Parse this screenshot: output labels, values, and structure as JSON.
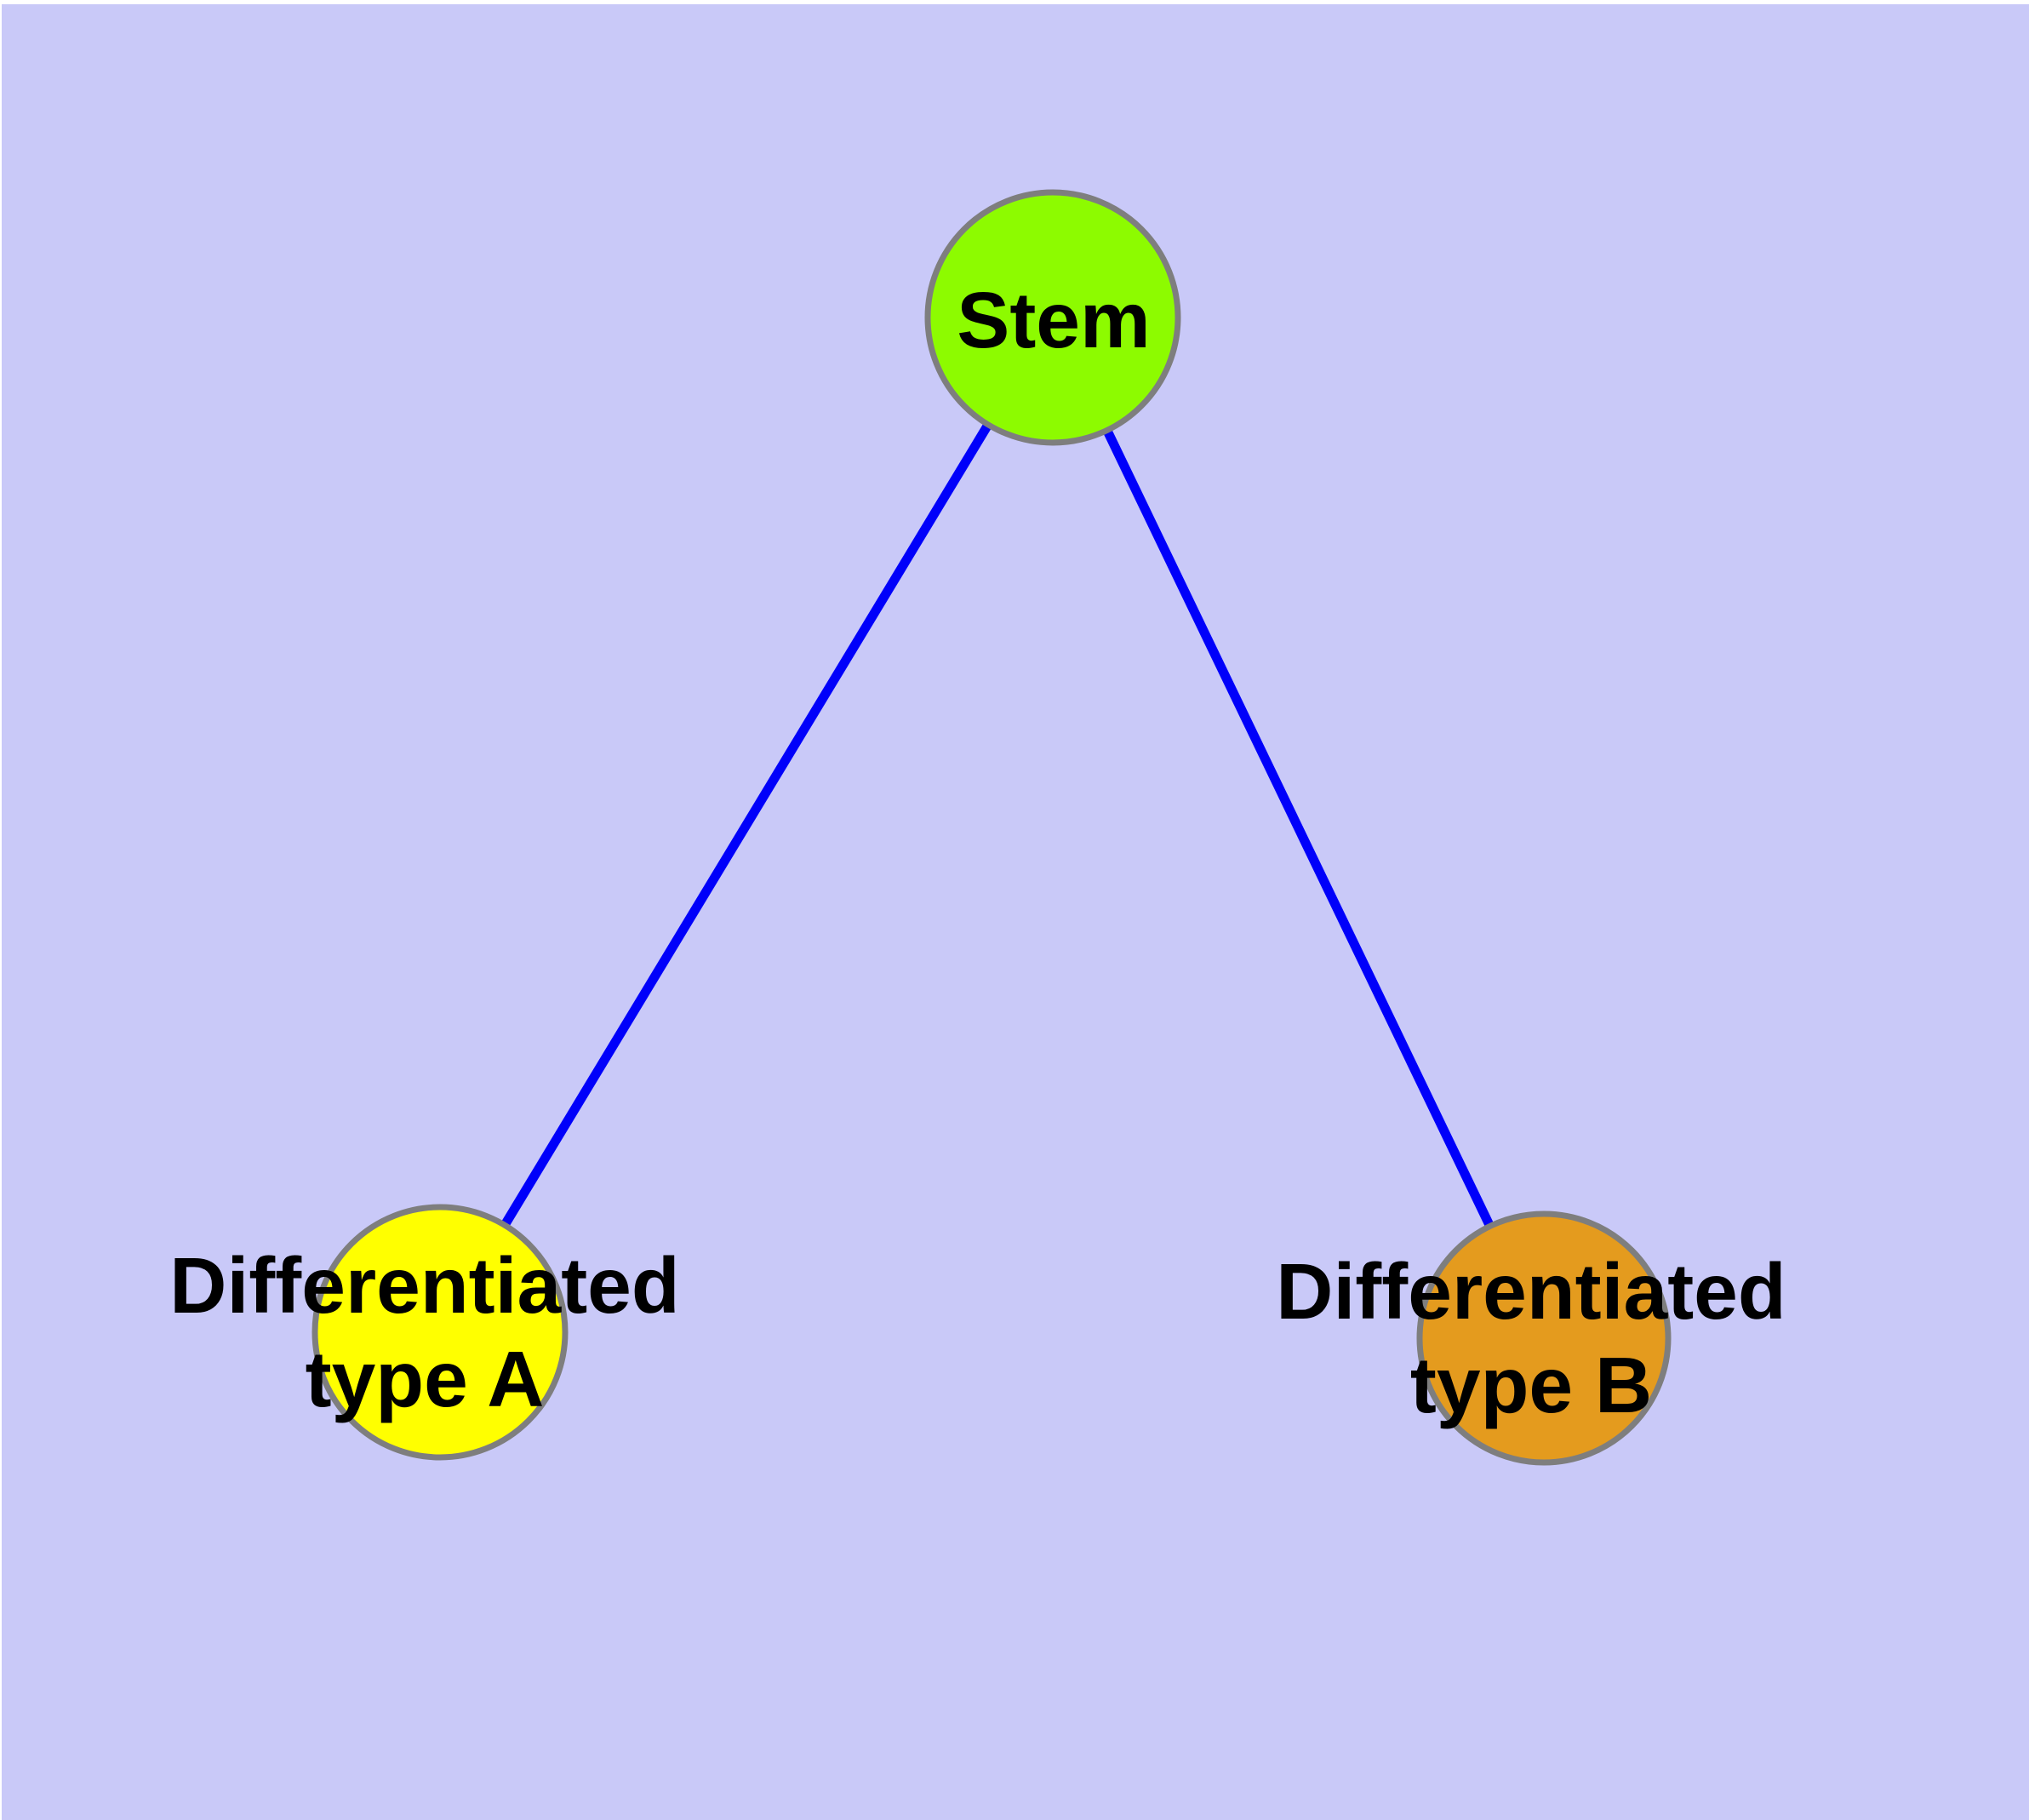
{
  "canvas": {
    "background": "#C9C9F8",
    "margin_color": "#FFFFFF"
  },
  "diagram": {
    "type": "graph",
    "description": "Cell differentiation tree: one stem node connected to two differentiated type nodes",
    "nodes": [
      {
        "id": "stem",
        "lines": [
          "Stem"
        ],
        "label": "Stem",
        "fill": "#8DFB00",
        "border": "#7E7E7E",
        "label_color": "#000000"
      },
      {
        "id": "differentiated-type-a",
        "lines": [
          "Differentiated",
          "type A"
        ],
        "label": "Differentiated type A",
        "fill": "#FFFF00",
        "border": "#7E7E7E",
        "label_color": "#000000"
      },
      {
        "id": "differentiated-type-b",
        "lines": [
          "Differentiated",
          "type B"
        ],
        "label": "Differentiated type B",
        "fill": "#E49B1E",
        "border": "#7E7E7E",
        "label_color": "#000000"
      }
    ],
    "edges": [
      {
        "from": "stem",
        "to": "differentiated-type-a",
        "color": "#0000FA"
      },
      {
        "from": "stem",
        "to": "differentiated-type-b",
        "color": "#0000FA"
      }
    ]
  }
}
